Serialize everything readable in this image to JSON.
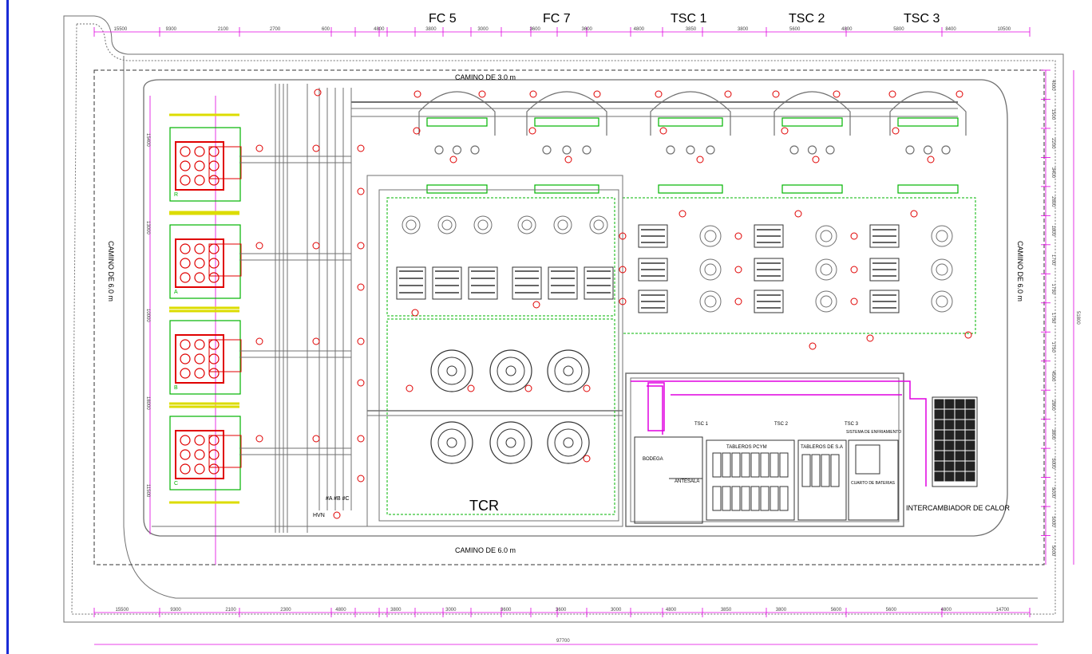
{
  "titles": {
    "fc5": "FC 5",
    "fc7": "FC 7",
    "tsc1": "TSC 1",
    "tsc2": "TSC 2",
    "tsc3": "TSC 3"
  },
  "roads": {
    "top": "CAMINO DE 3.0 m",
    "bottom": "CAMINO DE 6.0 m",
    "left": "CAMINO DE 6.0 m",
    "right": "CAMINO DE 6.0 m"
  },
  "areas": {
    "tcr": "TCR",
    "bodega": "BODEGA",
    "antesala": "ANTESALA",
    "tableros_pcym": "TABLEROS PCYM",
    "tableros_sa": "TABLEROS DE S.A",
    "cuarto_baterias": "CUARTO DE BATERIAS",
    "intercambiador": "INTERCAMBIADOR DE CALOR",
    "sistema_enfriamiento": "SISTEMA DE ENFRIAMIENTO",
    "tsc_small": [
      "TSC 1",
      "TSC 2",
      "TSC 3"
    ]
  },
  "bays": {
    "hvn": "HVN",
    "phases": "#A #B #C",
    "transformers": [
      "R",
      "A",
      "B",
      "C"
    ]
  },
  "dimensions": {
    "top": [
      "15500",
      "9300",
      "2100",
      "2700",
      "600",
      "4800",
      "3800",
      "3000",
      "3600",
      "3600",
      "4800",
      "3850",
      "3800",
      "5600",
      "4800",
      "5800",
      "8400",
      "10500"
    ],
    "bottom": [
      "15500",
      "9300",
      "2100",
      "2300",
      "4800",
      "3800",
      "3000",
      "3600",
      "3600",
      "3000",
      "4800",
      "3850",
      "3800",
      "5600",
      "5600",
      "4800",
      "14700"
    ],
    "total": "97700",
    "right": [
      "4000",
      "1500",
      "2200",
      "3400",
      "2800",
      "1800",
      "1700",
      "1750",
      "1750",
      "1750",
      "4500",
      "2800",
      "3800",
      "5000",
      "5000",
      "5000",
      "5000"
    ],
    "right_total": "51800",
    "left": [
      "15400",
      "13000",
      "10000",
      "18000",
      "11500"
    ]
  },
  "colors": {
    "equipment_red": "#e00000",
    "dimension_magenta": "#e000e0",
    "grid_green": "#00b400",
    "structure_gray": "#707070",
    "frame_blue": "#1a2bd6"
  }
}
